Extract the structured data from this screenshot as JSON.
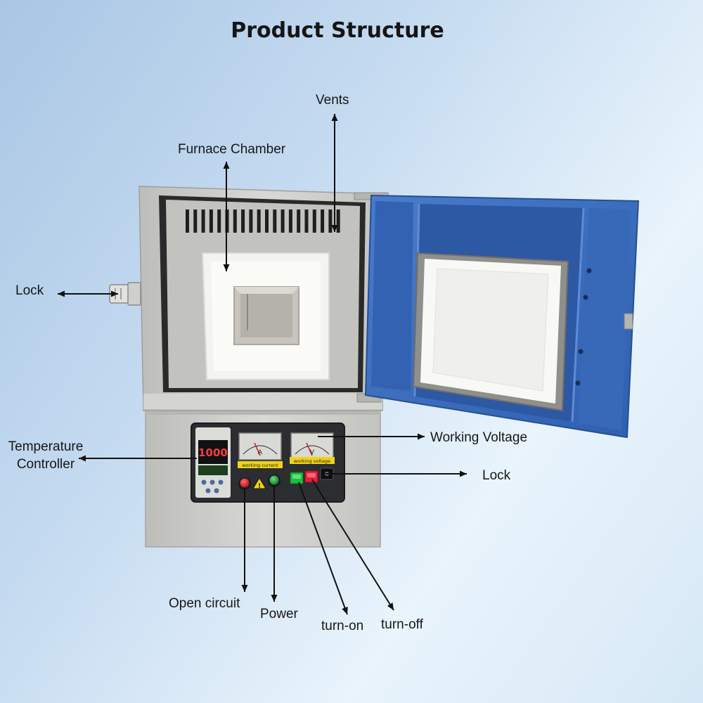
{
  "title": "Product Structure",
  "labels": {
    "vents": "Vents",
    "furnace_chamber": "Furnace Chamber",
    "lock_left": "Lock",
    "temperature_controller": [
      "Temperature",
      "Controller"
    ],
    "working_voltage": "Working Voltage",
    "lock_right": "Lock",
    "open_circuit": "Open circuit",
    "power": "Power",
    "turn_on": "turn-on",
    "turn_off": "turn-off"
  },
  "panel": {
    "controller_display": "1000",
    "plate_left": "working current",
    "plate_right": "working voltage",
    "meter_left_unit": "A",
    "meter_right_unit": "V"
  },
  "colors": {
    "body_gray": "#cfcfcb",
    "door_blue": "#3d6fbe",
    "panel_dark": "#2b2d31",
    "button_red": "#d8202a",
    "button_green": "#1f9a3a",
    "switch_green": "#1dbd3e",
    "switch_red": "#e2233b",
    "plate_yellow": "#f0d21a"
  }
}
